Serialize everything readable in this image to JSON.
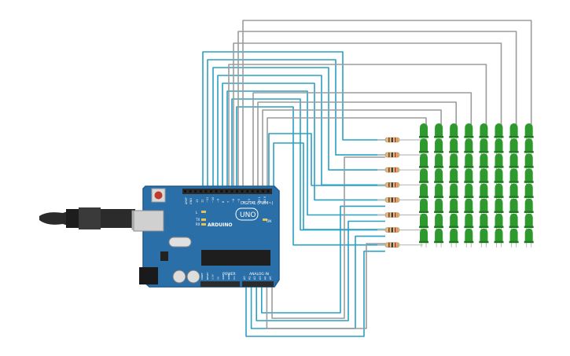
{
  "board": {
    "model": "UNO",
    "brand": "ARDUINO",
    "digital_label": "DIGITAL (PWM~)",
    "analog_label": "ANALOG IN",
    "power_label": "POWER",
    "on_label": "ON",
    "aref_label": "AREF",
    "gnd_label": "GND",
    "l_label": "L",
    "tx_label": "TX",
    "rx_label": "RX",
    "digital_pins": [
      "13",
      "12",
      "~11",
      "~10",
      "~9",
      "8",
      "7",
      "~6",
      "~5",
      "4",
      "~3",
      "2",
      "TX 1",
      "RX 0"
    ],
    "power_pins": [
      "IOREF",
      "RESET",
      "3.3V",
      "5V",
      "GND",
      "GND",
      "Vin"
    ],
    "analog_pins": [
      "A0",
      "A1",
      "A2",
      "A3",
      "A4",
      "A5"
    ]
  },
  "matrix": {
    "rows": 8,
    "cols": 8,
    "led_color": "#2e9a2e",
    "led_dark": "#1f7a1f"
  },
  "colors": {
    "board": "#2a6fa8",
    "board_edge": "#1f5a8c",
    "wire_teal": "#2aa0c4",
    "wire_gray": "#9c9c9c",
    "header": "#2b2b2b",
    "resistor": "#d9b88a"
  }
}
